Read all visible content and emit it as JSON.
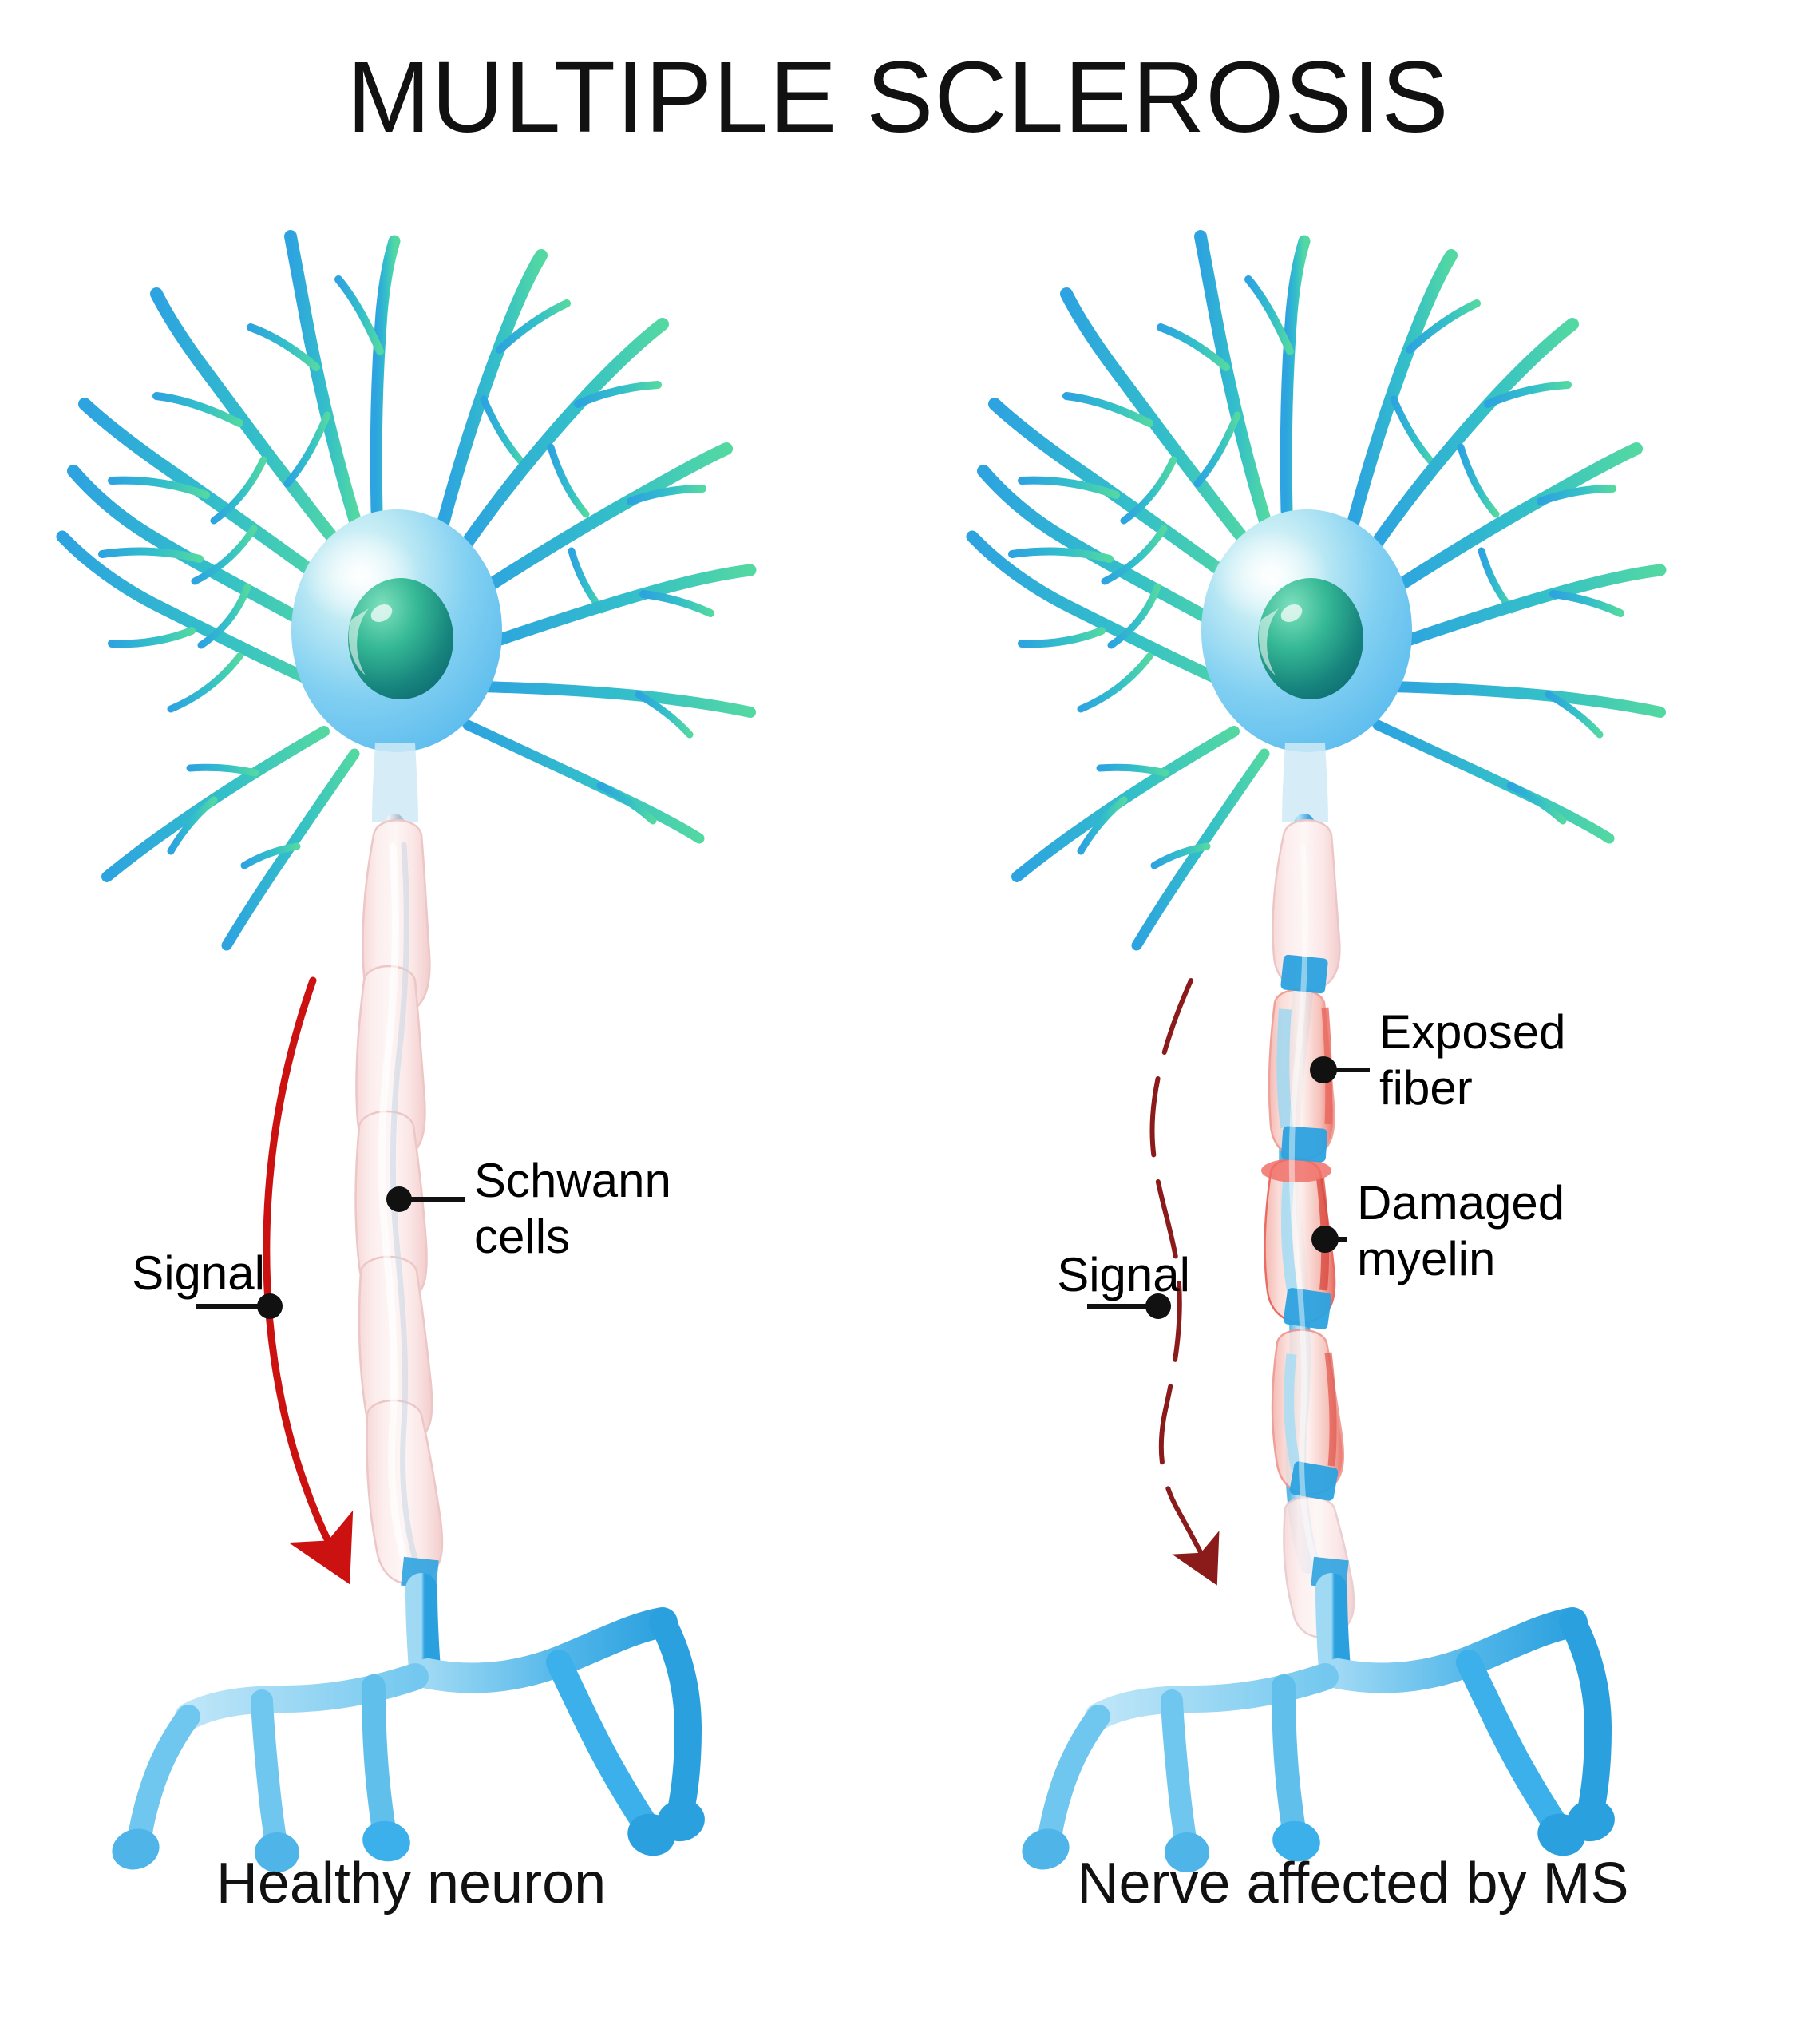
{
  "title": "MULTIPLE SCLEROSIS",
  "panels": [
    {
      "id": "healthy",
      "caption": "Healthy neuron",
      "labels": [
        {
          "id": "schwann",
          "text": "Schwann\ncells",
          "line1": "Schwann",
          "line2": "cells"
        },
        {
          "id": "signal",
          "text": "Signal",
          "line1": "Signal",
          "line2": ""
        }
      ]
    },
    {
      "id": "ms",
      "caption": "Nerve affected by MS",
      "labels": [
        {
          "id": "exposed-fiber",
          "text": "Exposed fiber",
          "line1": "Exposed",
          "line2": "fiber"
        },
        {
          "id": "damaged-myelin",
          "text": "Damaged myelin",
          "line1": "Damaged",
          "line2": "myelin"
        },
        {
          "id": "signal",
          "text": "Signal",
          "line1": "Signal",
          "line2": ""
        }
      ]
    }
  ],
  "labels": {
    "schwann_line1": "Schwann",
    "schwann_line2": "cells",
    "signal_left": "Signal",
    "exposed_line1": "Exposed",
    "exposed_line2": "fiber",
    "damaged_line1": "Damaged",
    "damaged_line2": "myelin",
    "signal_right": "Signal",
    "caption_left": "Healthy neuron",
    "caption_right": "Nerve affected by MS"
  },
  "colors": {
    "background": "#ffffff",
    "text": "#111111",
    "leader_line": "#111111",
    "dendrite_blue": "#29a8e0",
    "dendrite_green": "#4fd9a4",
    "soma_light": "#d9f2f7",
    "soma_blue": "#6fc8ee",
    "nucleus_teal": "#1f8f84",
    "nucleus_green": "#45c49a",
    "myelin_pink": "#fbe2e2",
    "myelin_pink_edge": "#f3c9c9",
    "axon_grey_blue": "#b9c8d8",
    "axon_exposed_blue": "#7ec8ef",
    "node_blue": "#2da3e0",
    "terminal_blue": "#3bb0ea",
    "terminal_blue_light": "#8fd3f2",
    "damaged_red": "#f08a80",
    "damaged_red_deep": "#e8655c",
    "signal_healthy": "#cc1111",
    "signal_ms": "#8b1a1a"
  },
  "icons": {
    "leader_dot": "dot",
    "arrow_head": "arrowhead"
  }
}
